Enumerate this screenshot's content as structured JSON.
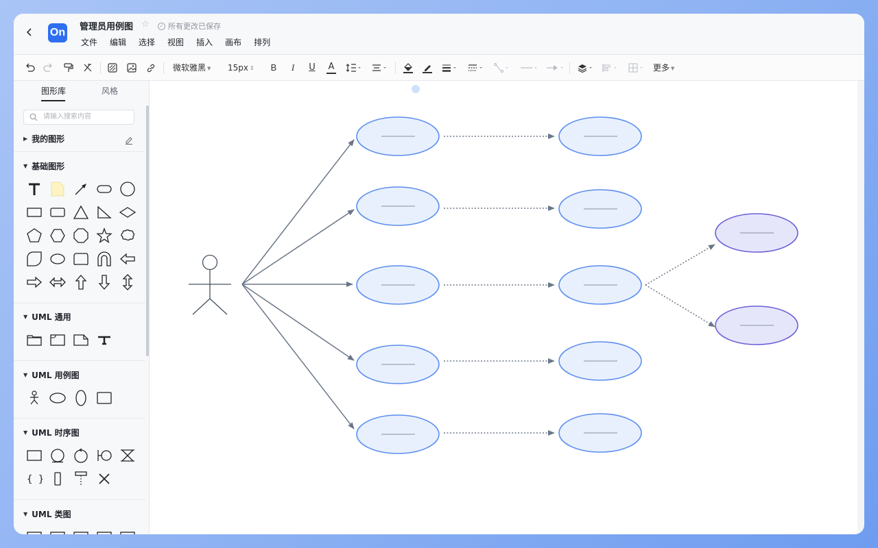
{
  "header": {
    "title": "管理员用例图",
    "saved_status": "所有更改已保存",
    "logo_text": "On",
    "menu": [
      "文件",
      "编辑",
      "选择",
      "视图",
      "插入",
      "画布",
      "排列"
    ]
  },
  "toolbar": {
    "font_family": "微软雅黑",
    "font_size": "15px",
    "more_label": "更多"
  },
  "sidebar": {
    "tabs": [
      "图形库",
      "风格"
    ],
    "search_placeholder": "请输入搜索内容",
    "sections": {
      "my_shapes": "我的图形",
      "basic": "基础图形",
      "uml_general": "UML 通用",
      "uml_usecase": "UML 用例图",
      "uml_sequence": "UML 时序图",
      "uml_class": "UML 类图"
    }
  },
  "canvas": {
    "actor": "actor",
    "use_cases": 12,
    "colors": {
      "usecase_fill": "#e8f0fd",
      "usecase_stroke": "#5b8def",
      "extend_fill": "#e6e6fb",
      "extend_stroke": "#6b5fd8",
      "connector": "#6b7787"
    }
  }
}
